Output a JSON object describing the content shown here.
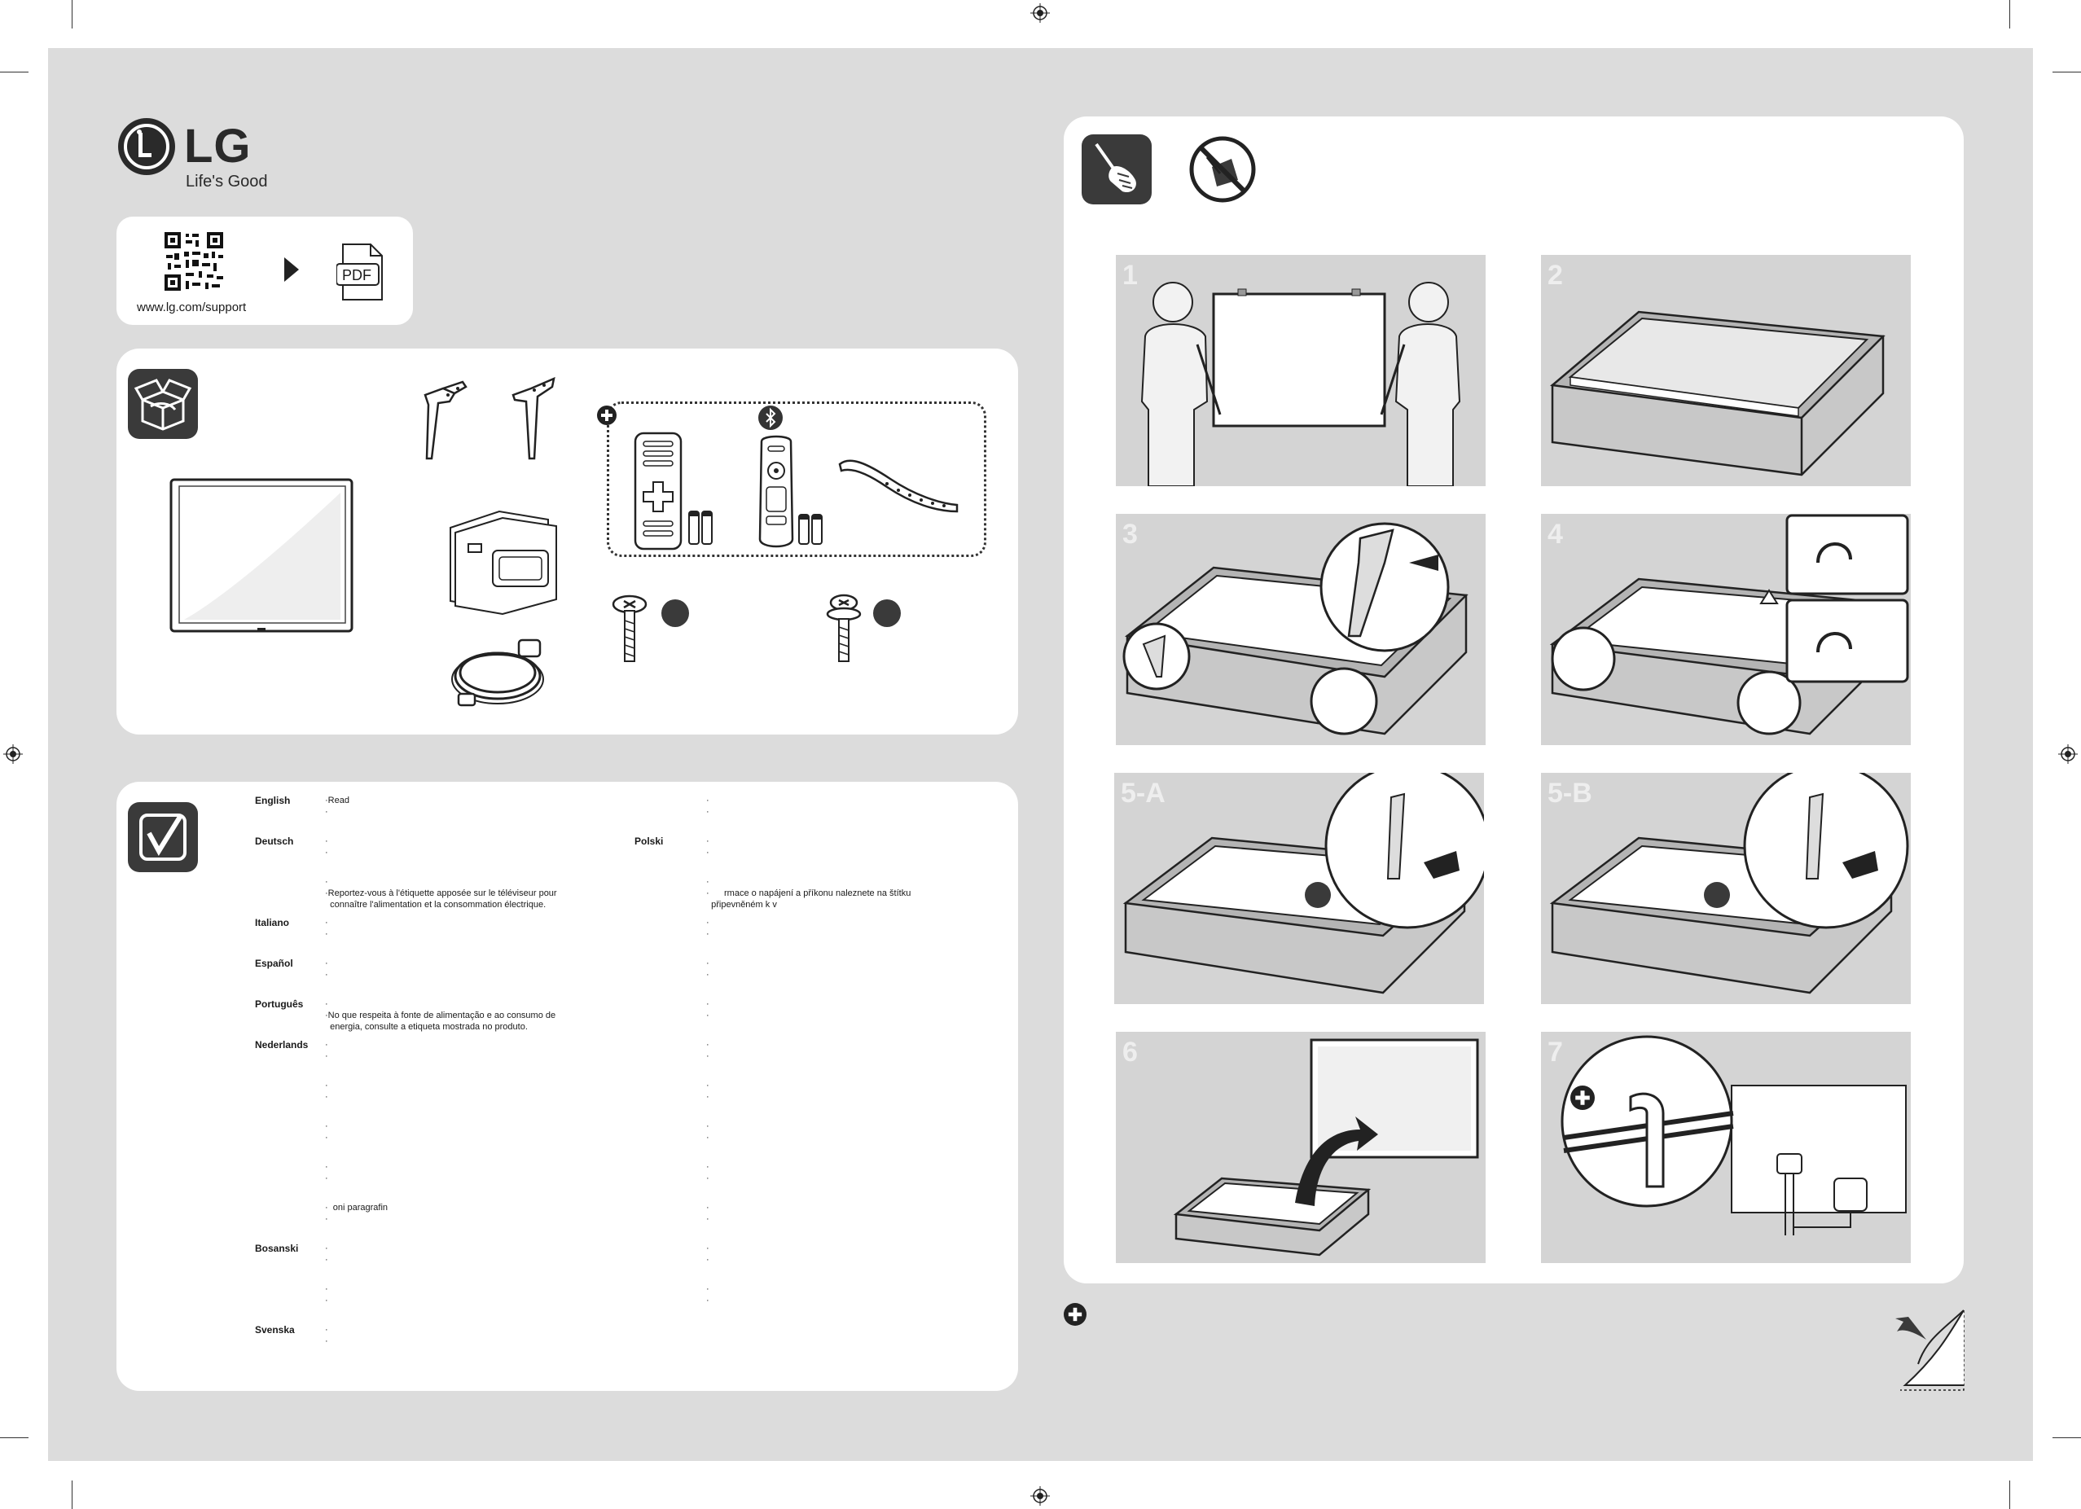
{
  "brand": {
    "logo_text": "LG",
    "slogan": "Life's Good"
  },
  "support": {
    "url": "www.lg.com/support",
    "pdf_label": "PDF"
  },
  "steps": [
    {
      "label": "1"
    },
    {
      "label": "2"
    },
    {
      "label": "3"
    },
    {
      "label": "4"
    },
    {
      "label": "5-A"
    },
    {
      "label": "5-B"
    },
    {
      "label": "6"
    },
    {
      "label": "7"
    }
  ],
  "safety": {
    "col1": [
      {
        "lang": "English",
        "lines": [
          "·Read",
          "·"
        ]
      },
      {
        "lang": "Deutsch",
        "lines": [
          "·",
          "·"
        ]
      },
      {
        "lang": "",
        "lines": [
          "·",
          "·Reportez-vous à l'étiquette apposée sur le téléviseur pour",
          "  connaître l'alimentation et la consommation électrique."
        ]
      },
      {
        "lang": "Italiano",
        "lines": [
          "·",
          "·"
        ]
      },
      {
        "lang": "Español",
        "lines": [
          "·",
          "·"
        ]
      },
      {
        "lang": "Português",
        "lines": [
          "·",
          "·No que respeita à fonte de alimentação e ao consumo de",
          "  energia, consulte a etiqueta mostrada no produto."
        ]
      },
      {
        "lang": "Nederlands",
        "lines": [
          "·",
          "·"
        ]
      },
      {
        "lang": "",
        "lines": [
          "·",
          "·"
        ]
      },
      {
        "lang": "",
        "lines": [
          "·",
          "·"
        ]
      },
      {
        "lang": "",
        "lines": [
          "·",
          "·"
        ]
      },
      {
        "lang": "",
        "lines": [
          "·  oni paragrafin",
          "·"
        ]
      },
      {
        "lang": "Bosanski",
        "lines": [
          "·",
          "·"
        ]
      },
      {
        "lang": "",
        "lines": [
          "·",
          "·"
        ]
      },
      {
        "lang": "Svenska",
        "lines": [
          "·",
          "·"
        ]
      }
    ],
    "col2_lang": "Polski",
    "col2": [
      {
        "lines": [
          "·",
          "·"
        ]
      },
      {
        "lines": [
          "·",
          "·"
        ]
      },
      {
        "lines": [
          "·",
          "·      rmace o napájení a příkonu naleznete na štítku",
          "  připevněném k v"
        ]
      },
      {
        "lines": [
          "·",
          "·"
        ]
      },
      {
        "lines": [
          "·",
          "·"
        ]
      },
      {
        "lines": [
          "·",
          "·"
        ]
      },
      {
        "lines": [
          "·",
          "·"
        ]
      },
      {
        "lines": [
          "·",
          "·"
        ]
      },
      {
        "lines": [
          "·",
          "·"
        ]
      },
      {
        "lines": [
          "·",
          "·"
        ]
      },
      {
        "lines": [
          "·",
          "·"
        ]
      },
      {
        "lines": [
          "·",
          "·"
        ]
      },
      {
        "lines": [
          "·",
          "·"
        ]
      }
    ]
  },
  "colors": {
    "sheet": "#dcdcdc",
    "panel": "#ffffff",
    "icon_bg": "#3a3a3a",
    "step_bg": "#d4d4d4"
  }
}
